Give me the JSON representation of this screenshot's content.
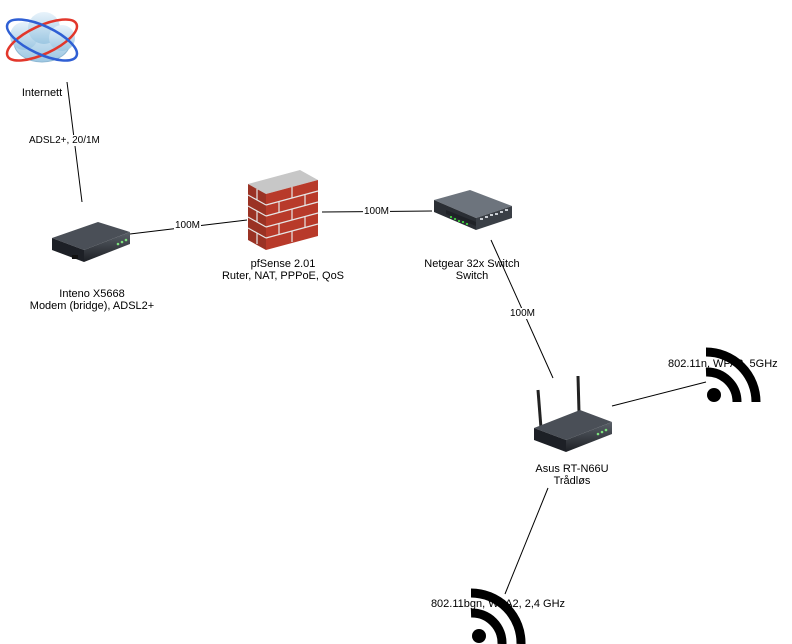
{
  "nodes": {
    "internet": {
      "label": "Internett",
      "icon": "cloud-globe-icon"
    },
    "modem": {
      "label_line1": "Inteno X5668",
      "label_line2": "Modem (bridge), ADSL2+",
      "icon": "modem-icon"
    },
    "firewall": {
      "label_line1": "pfSense 2.01",
      "label_line2": "Ruter, NAT, PPPoE, QoS",
      "icon": "firewall-icon"
    },
    "switch": {
      "label_line1": "Netgear 32x Switch",
      "label_line2": "Switch",
      "icon": "switch-icon"
    },
    "router": {
      "label_line1": "Asus RT-N66U",
      "label_line2": "Trådløs",
      "icon": "wireless-router-icon"
    },
    "wifi5": {
      "label": "802.11n, WPA2, 5GHz",
      "icon": "wifi-signal-icon"
    },
    "wifi24": {
      "label": "802.11bgn, WPA2, 2,4 GHz",
      "icon": "wifi-signal-icon"
    }
  },
  "edges": {
    "internet_modem": "ADSL2+, 20/1M",
    "modem_firewall": "100M",
    "firewall_switch": "100M",
    "switch_router": "100M"
  },
  "colors": {
    "line": "#000000",
    "firewall_brick": "#b83a2a",
    "device_body": "#2b2f36",
    "switch_led": "#3cc23c"
  }
}
